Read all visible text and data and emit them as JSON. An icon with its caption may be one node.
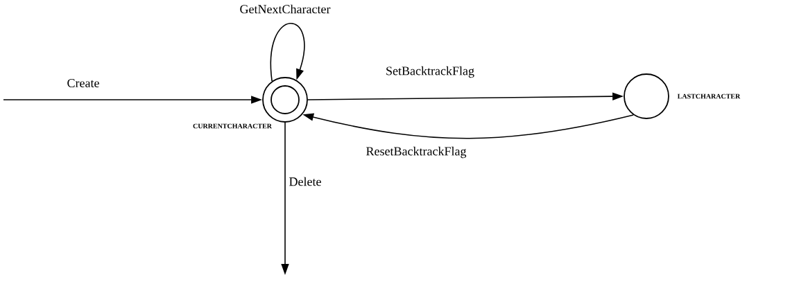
{
  "diagram": {
    "nodes": [
      {
        "text": [],
        "shape": "double-circle",
        "beside": [
          "CURRENTCHARACTER"
        ]
      },
      {
        "text": [],
        "shape": "circle",
        "beside": [
          "LASTCHARACTER"
        ]
      }
    ],
    "edges": [
      {
        "from": null,
        "to": 0,
        "arrow": "to",
        "label": "Create"
      },
      {
        "from": 0,
        "to": 0,
        "arrow": "to",
        "label": "GetNextCharacter"
      },
      {
        "from": 0,
        "to": 1,
        "arrow": "to",
        "label": "SetBacktrackFlag"
      },
      {
        "from": 1,
        "to": 0,
        "arrow": "to",
        "label": "ResetBacktrackFlag"
      },
      {
        "from": 0,
        "to": null,
        "arrow": "to",
        "label": "Delete"
      }
    ]
  }
}
